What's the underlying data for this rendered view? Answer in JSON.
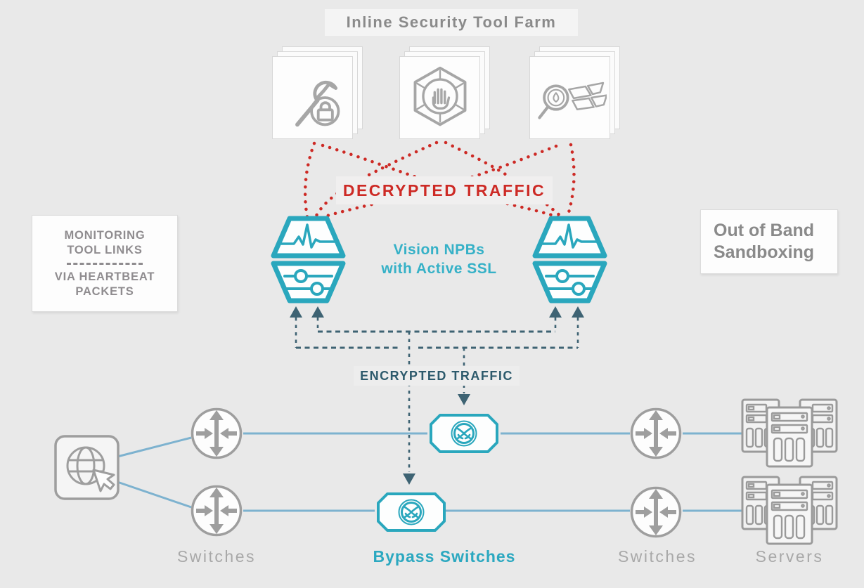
{
  "title": {
    "text": "Inline Security Tool Farm"
  },
  "tool_farm": {
    "card_icons": [
      "wrench-lock-icon",
      "hand-shield-hexagon-icon",
      "threat-magnifier-icon"
    ]
  },
  "traffic_labels": {
    "decrypted": "DECRYPTED TRAFFIC",
    "encrypted": "ENCRYPTED TRAFFIC"
  },
  "npb": {
    "line1": "Vision NPBs",
    "line2": "with Active SSL"
  },
  "monitoring_box": {
    "line1": "MONITORING",
    "line2": "TOOL LINKS",
    "line3": "VIA HEARTBEAT",
    "line4": "PACKETS"
  },
  "oob_box": {
    "line1": "Out of Band",
    "line2": "Sandboxing"
  },
  "bottom_labels": {
    "switches_left": "Switches",
    "bypass_switches": "Bypass Switches",
    "switches_right": "Switches",
    "servers": "Servers"
  },
  "colors": {
    "background": "#e9e9e9",
    "red_dotted": "#cd2a25",
    "teal_node": "#2aa7bd",
    "teal_text": "#36b1c7",
    "slate_dashed": "#3e6373",
    "blue_link": "#7db2cf",
    "gray_icon": "#9e9e9e",
    "gray_text": "#8a8a8a",
    "muted_label": "#a8a8a8"
  }
}
